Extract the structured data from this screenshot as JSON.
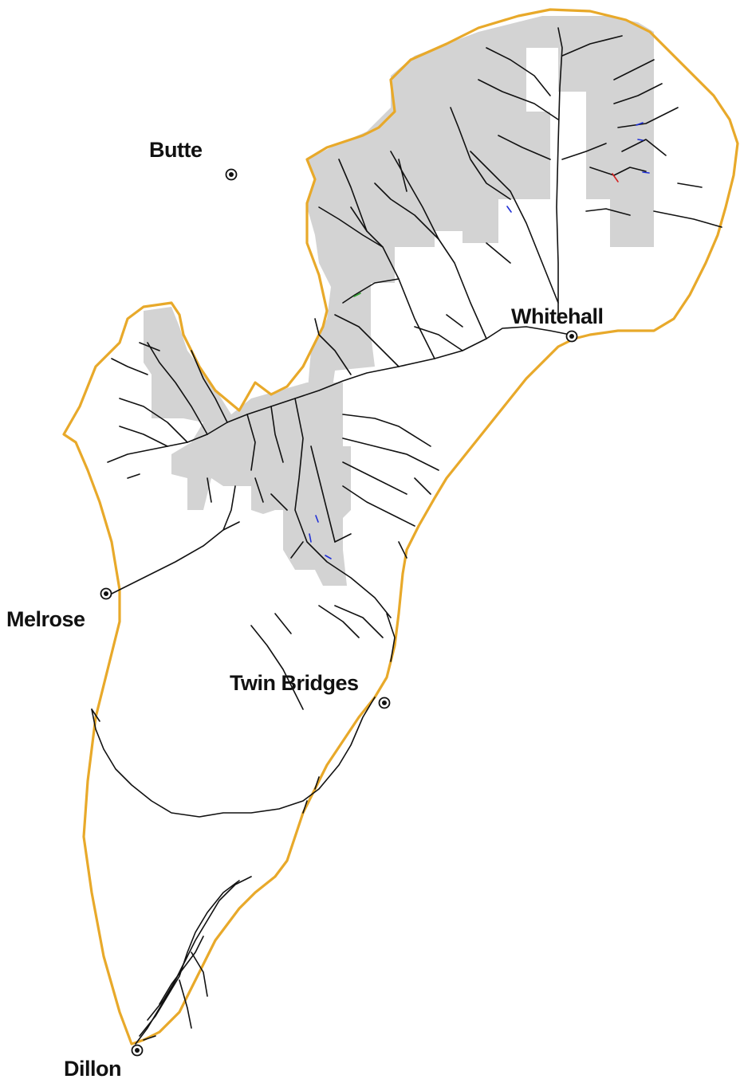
{
  "towns": [
    {
      "name": "Butte"
    },
    {
      "name": "Whitehall"
    },
    {
      "name": "Melrose"
    },
    {
      "name": "Twin Bridges"
    },
    {
      "name": "Dillon"
    }
  ],
  "colors": {
    "boundary": "#e8a92a",
    "public_land": "#d3d3d3",
    "streams": "#111111",
    "segment_blue": "#1f2fd6",
    "segment_red": "#d42020",
    "segment_green": "#2ea02e",
    "town_marker": "#111111"
  },
  "icons": {
    "town_marker": "circled-dot-icon"
  }
}
